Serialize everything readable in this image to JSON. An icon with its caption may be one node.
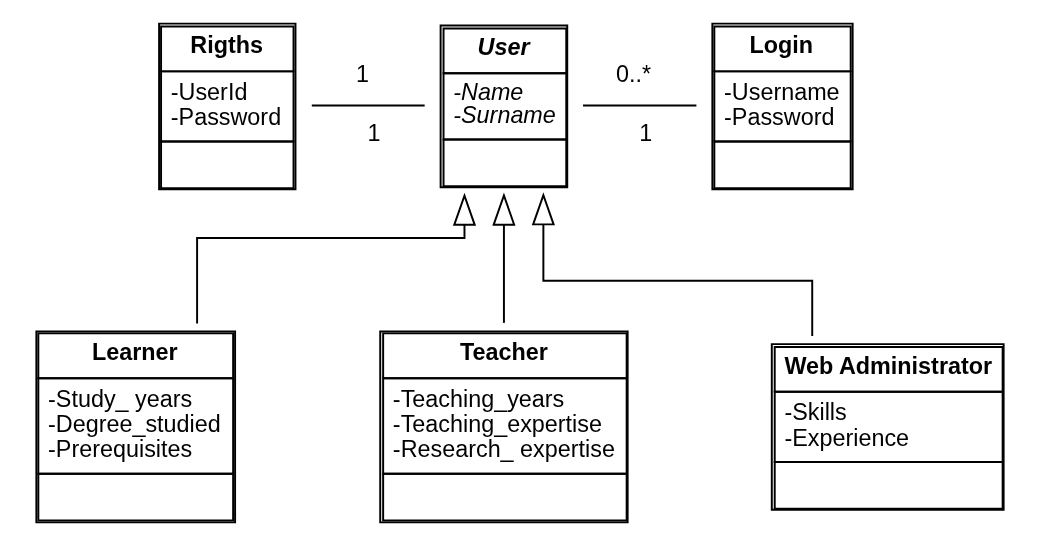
{
  "diagram": {
    "nodes": [
      {
        "text": [
          "Rigths",
          "-UserId",
          "-Password"
        ]
      },
      {
        "text": [
          "User",
          "-Name",
          "-Surname"
        ]
      },
      {
        "text": [
          "Login",
          "-Username",
          "-Password"
        ]
      },
      {
        "text": [
          "Learner",
          "-Study_ years",
          "-Degree_studied",
          "-Prerequisites"
        ]
      },
      {
        "text": [
          "Teacher",
          "-Teaching_years",
          "-Teaching_expertise",
          "-Research_ expertise"
        ]
      },
      {
        "text": [
          "Web Administrator",
          "-Skills",
          "-Experience"
        ]
      }
    ],
    "edges": [
      {
        "from": 0,
        "to": 1,
        "arrow": "none"
      },
      {
        "from": 1,
        "to": 2,
        "arrow": "none"
      },
      {
        "from": 3,
        "to": 1,
        "arrow": "to"
      },
      {
        "from": 4,
        "to": 1,
        "arrow": "to"
      },
      {
        "from": 5,
        "to": 1,
        "arrow": "to"
      }
    ],
    "labels": [
      "1",
      "1",
      "0..*",
      "1"
    ]
  }
}
